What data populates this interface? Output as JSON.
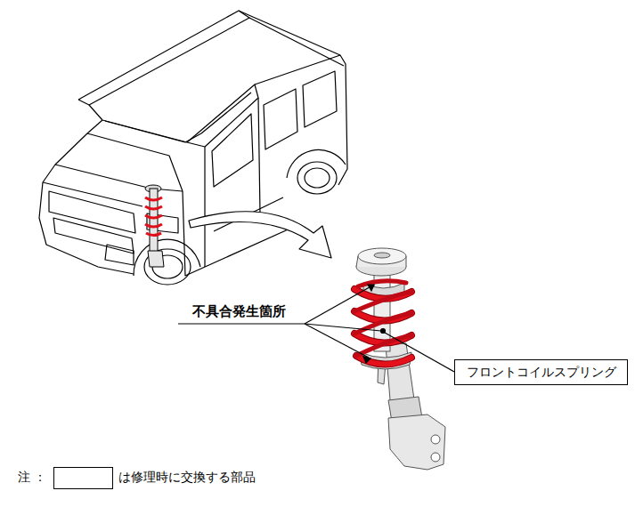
{
  "diagram": {
    "nodes": [
      {
        "text": [
          "フロントコイルスプリング"
        ]
      }
    ],
    "edges": [],
    "labels": [
      "不具合発生箇所",
      "注 ："
    ],
    "legend": [
      {
        "text": "は修理時に交換する部品",
        "color": "#ffffff"
      }
    ]
  }
}
